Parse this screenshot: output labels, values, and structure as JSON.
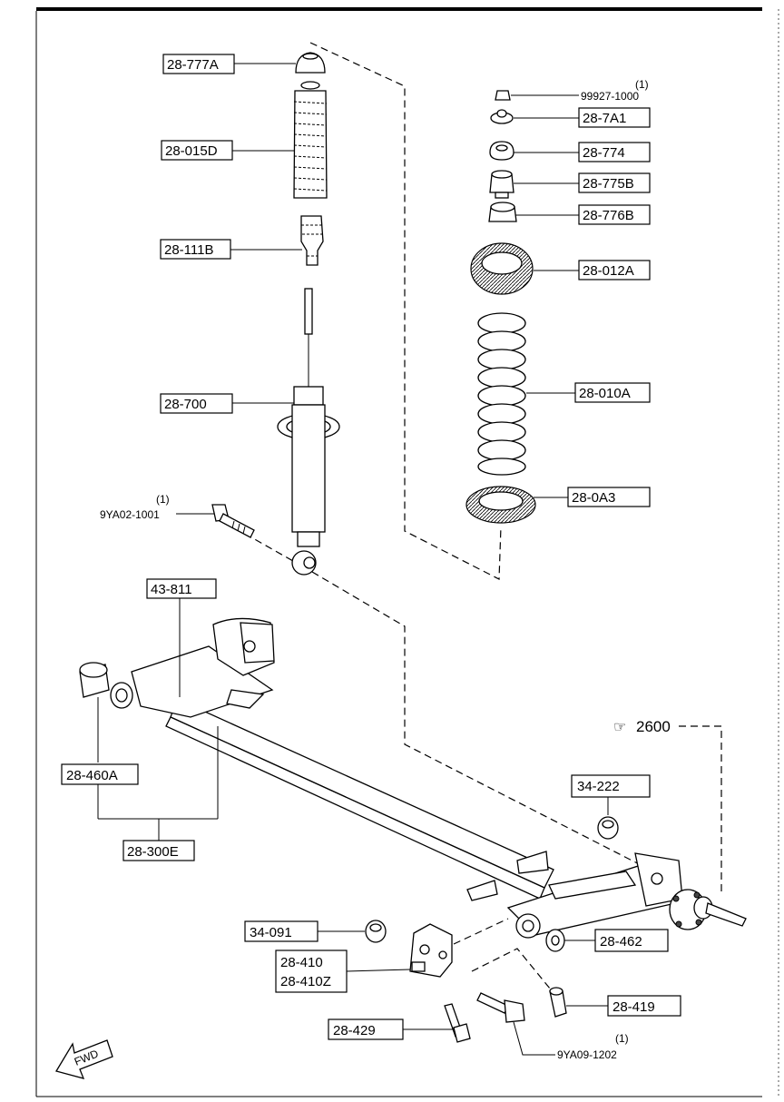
{
  "labels": {
    "p28_777A": "28-777A",
    "p28_015D": "28-015D",
    "p28_111B": "28-111B",
    "p28_700": "28-700",
    "p99927_qty": "(1)",
    "p99927": "99927-1000",
    "p28_7A1": "28-7A1",
    "p28_774": "28-774",
    "p28_775B": "28-775B",
    "p28_776B": "28-776B",
    "p28_012A": "28-012A",
    "p28_010A": "28-010A",
    "p28_0A3": "28-0A3",
    "p9YA02_qty": "(1)",
    "p9YA02": "9YA02-1001",
    "p43_811": "43-811",
    "p2600": "2600",
    "p2600_sym": "☞",
    "p34_222": "34-222",
    "p28_460A": "28-460A",
    "p28_300E": "28-300E",
    "p34_091": "34-091",
    "p28_462": "28-462",
    "p28_410": "28-410",
    "p28_410Z": "28-410Z",
    "p28_419": "28-419",
    "p28_429": "28-429",
    "p9YA09_qty": "(1)",
    "p9YA09": "9YA09-1202",
    "fwd": "FWD"
  }
}
